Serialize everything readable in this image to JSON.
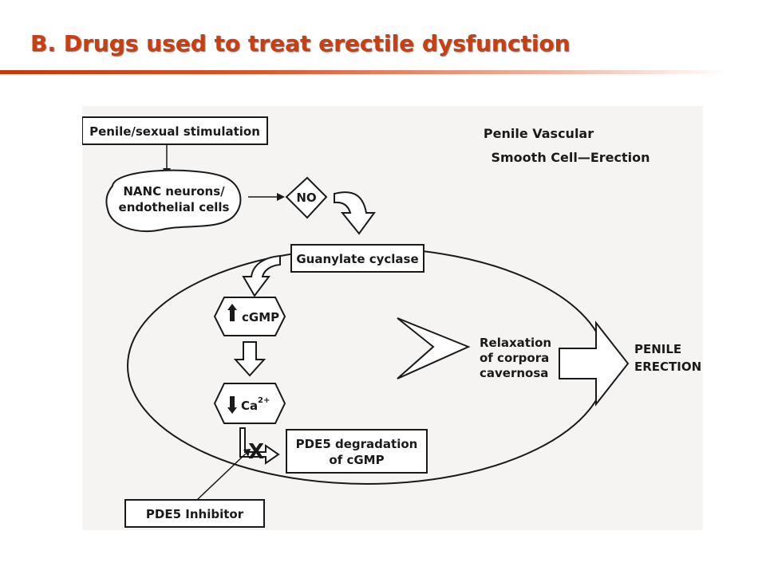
{
  "header": {
    "title": "B. Drugs used to treat erectile dysfunction",
    "accent_color": "#cc3d10"
  },
  "diagram": {
    "figure_title_line1": "Penile Vascular",
    "figure_title_line2": "Smooth Cell—Erection",
    "stimulation": "Penile/sexual stimulation",
    "nanc_line1": "NANC neurons/",
    "nanc_line2": "endothelial cells",
    "no": "NO",
    "guanylate_cyclase": "Guanylate cyclase",
    "cgmp": "cGMP",
    "ca2": "Ca",
    "ca2_sup": "2+",
    "pde5_line1": "PDE5 degradation",
    "pde5_line2": "of cGMP",
    "relaxation_line1": "Relaxation",
    "relaxation_line2": "of corpora",
    "relaxation_line3": "cavernosa",
    "erection_line1": "PENILE",
    "erection_line2": "ERECTION",
    "inhibitor": "PDE5 Inhibitor",
    "block_mark": "X",
    "up_arrow": "↑",
    "down_arrow": "↓"
  }
}
